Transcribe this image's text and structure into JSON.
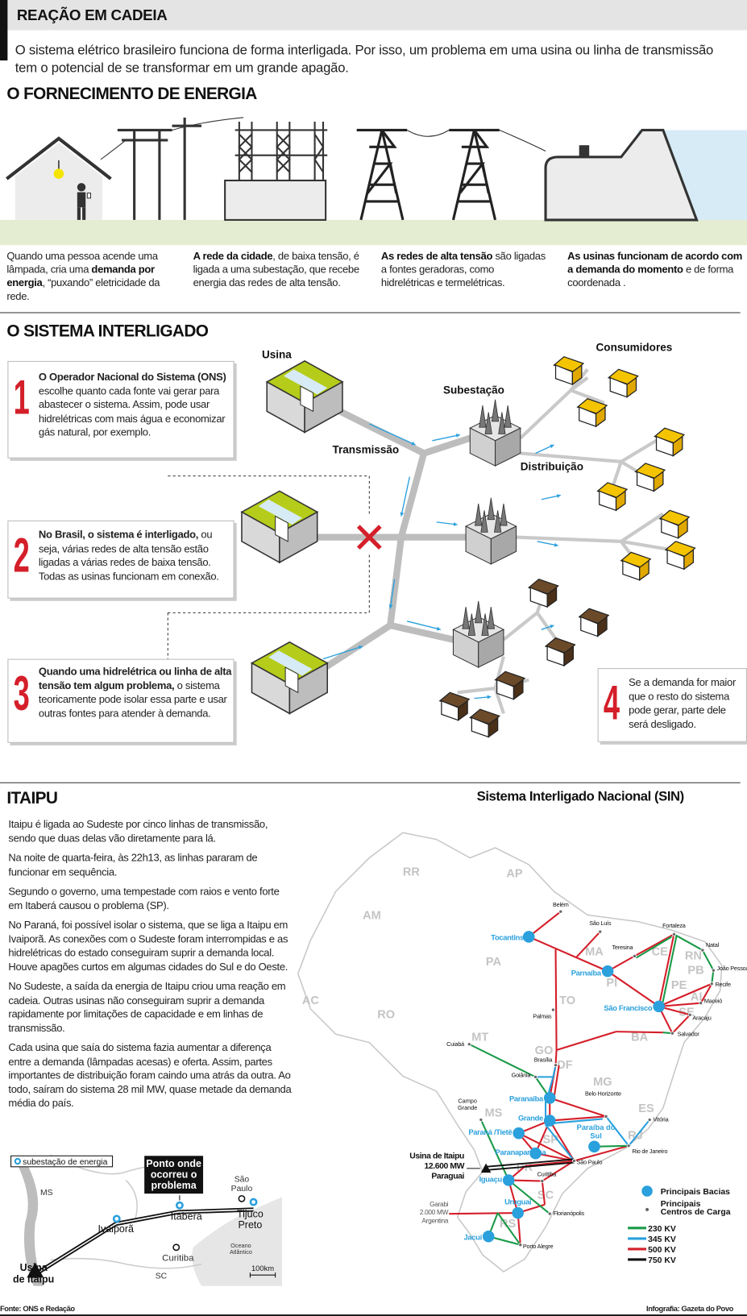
{
  "header": {
    "kicker": "REAÇÃO EM CADEIA",
    "intro": "O sistema elétrico brasileiro funciona de forma interligada. Por isso, um problema em uma usina ou linha de transmissão tem o potencial de se transformar em um grande apagão."
  },
  "supply": {
    "title": "O FORNECIMENTO DE ENERGIA",
    "captions": [
      {
        "pre": "Quando uma pessoa acende uma lâmpada, cria uma ",
        "bold": "demanda por energia",
        "post": ", “puxando” eletricidade da rede."
      },
      {
        "pre": "",
        "bold": "A rede da cidade",
        "post": ", de baixa tensão, é ligada a uma subestação, que recebe energia das redes de alta tensão."
      },
      {
        "pre": "",
        "bold": "As redes de alta tensão",
        "post": " são ligadas a fontes geradoras, como hidrelétricas e termelétricas."
      },
      {
        "pre": "",
        "bold": "As usinas funcionam de acordo com a demanda do momento",
        "post": " e de forma coordenada ."
      }
    ]
  },
  "system": {
    "title": "O SISTEMA INTERLIGADO",
    "labels": {
      "usina": "Usina",
      "subestacao": "Subestação",
      "transmissao": "Transmissão",
      "distribuicao": "Distribuição",
      "consumidores": "Consumidores"
    },
    "steps": [
      {
        "num": "1",
        "bold": "O Operador Nacional do Sistema (ONS)",
        "text": " escolhe quanto cada fonte vai gerar para abastecer o sistema. Assim, pode usar hidrelétricas com mais água e economizar gás natural, por exemplo."
      },
      {
        "num": "2",
        "bold": "No Brasil, o sistema é interligado,",
        "text": " ou seja, várias redes de alta tensão estão ligadas a várias redes de baixa tensão. Todas as usinas funcionam em conexão."
      },
      {
        "num": "3",
        "bold": "Quando uma hidrelétrica ou linha de alta tensão tem algum problema,",
        "text": " o sistema teoricamente pode isolar essa parte e usar outras fontes para atender à demanda."
      },
      {
        "num": "4",
        "bold": "",
        "text": "Se a demanda for maior que o resto do sistema pode gerar, parte dele será desligado."
      }
    ]
  },
  "itaipu": {
    "title": "ITAIPU",
    "paragraphs": [
      "Itaipu é ligada ao Sudeste por cinco linhas de transmissão, sendo que duas delas vão diretamente para lá.",
      "Na noite de quarta-feira, às 22h13, as linhas pararam de funcionar em sequência.",
      "Segundo o governo, uma tempestade com raios e vento forte em Itaberá causou o problema (SP).",
      "No Paraná, foi possível isolar o sistema, que se liga a Itaipu em Ivaiporã. As conexões com o Sudeste foram interrompidas e as hidrelétricas do estado conseguiram suprir a demanda local. Houve apagões curtos em algumas cidades do Sul e do Oeste.",
      "No Sudeste, a saída da energia de Itaipu criou uma reação em cadeia. Outras usinas não conseguiram suprir a demanda rapidamente por limitações de capacidade e em linhas de transmissão.",
      "Cada usina que saía do sistema fazia aumentar a diferença entre a demanda (lâmpadas acesas) e oferta. Assim, partes importantes de distribuição foram caindo uma atrás da outra. Ao todo, saíram do sistema 28 mil MW, quase metade da demanda média do país."
    ],
    "minimap": {
      "legend": "subestação de energia",
      "callout": "Ponto onde ocorreu o problema",
      "labels": {
        "ms": "MS",
        "sao_paulo": "São Paulo",
        "ivaipora": "Ivaiporã",
        "itabera": "Itaberá",
        "tijuco": "Tijuco Preto",
        "curitiba": "Curitiba",
        "oceano": "Oceano Atlântico",
        "sc": "SC",
        "usina": "Usina de Itaipu",
        "scale": "100km"
      }
    }
  },
  "sin": {
    "title": "Sistema Interligado Nacional (SIN)",
    "states": [
      "RR",
      "AP",
      "AM",
      "PA",
      "MA",
      "CE",
      "RN",
      "PB",
      "PE",
      "AL",
      "SE",
      "PI",
      "TO",
      "BA",
      "AC",
      "RO",
      "MT",
      "GO",
      "DF",
      "MG",
      "MS",
      "SP",
      "RJ",
      "ES",
      "PR",
      "SC",
      "RS"
    ],
    "basins": [
      "Tocantins",
      "Parnaíba",
      "São Francisco",
      "Paranaíba",
      "Grande",
      "Paraná /Tietê",
      "Paranapanema",
      "Paraíba do Sul",
      "Iguaçu",
      "Uruguai",
      "Jacuí"
    ],
    "cities": [
      "Belém",
      "São Luís",
      "Teresina",
      "Fortaleza",
      "Natal",
      "João Pessoa",
      "Recife",
      "Maceió",
      "Aracaju",
      "Salvador",
      "Palmas",
      "Brasília",
      "Cuiabá",
      "Goiânia",
      "Belo Horizonte",
      "Campo Grande",
      "Vitória",
      "Rio de Janeiro",
      "São Paulo",
      "Curitiba",
      "Florianópolis",
      "Porto Alegre"
    ],
    "itaipu_label": [
      "Usina de Itaipu",
      "12.600 MW",
      "Paraguai"
    ],
    "garabi_label": [
      "Garabi",
      "2.000 MW",
      "Argentina"
    ],
    "legend": {
      "basins": "Principais Bacias",
      "centers": "Principais Centros de Carga",
      "lines": [
        {
          "label": "230 KV",
          "color": "#1a9a48"
        },
        {
          "label": "345 KV",
          "color": "#2aa0dc"
        },
        {
          "label": "500 KV",
          "color": "#d41f2a"
        },
        {
          "label": "750 KV",
          "color": "#111111"
        }
      ]
    }
  },
  "footer": {
    "source": "Fonte: ONS e Redação",
    "credit": "Infografia: Gazeta do Povo"
  },
  "colors": {
    "accent_red": "#d41f2a",
    "basin_blue": "#2aa0dc",
    "house_yellow": "#f5c400",
    "house_brown": "#6b4a2a"
  }
}
